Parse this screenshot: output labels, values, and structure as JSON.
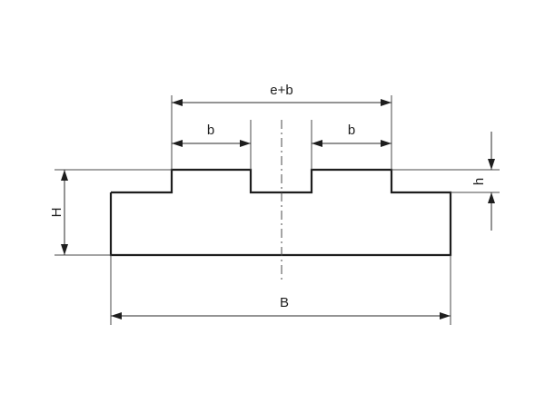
{
  "diagram": {
    "colors": {
      "line": "#1e1e1e",
      "background": "#ffffff"
    },
    "labels": {
      "overall_width": "B",
      "total_height": "H",
      "lip_height": "h",
      "tooth_width_left": "b",
      "tooth_width_right": "b",
      "tooth_span": "e+b"
    }
  }
}
